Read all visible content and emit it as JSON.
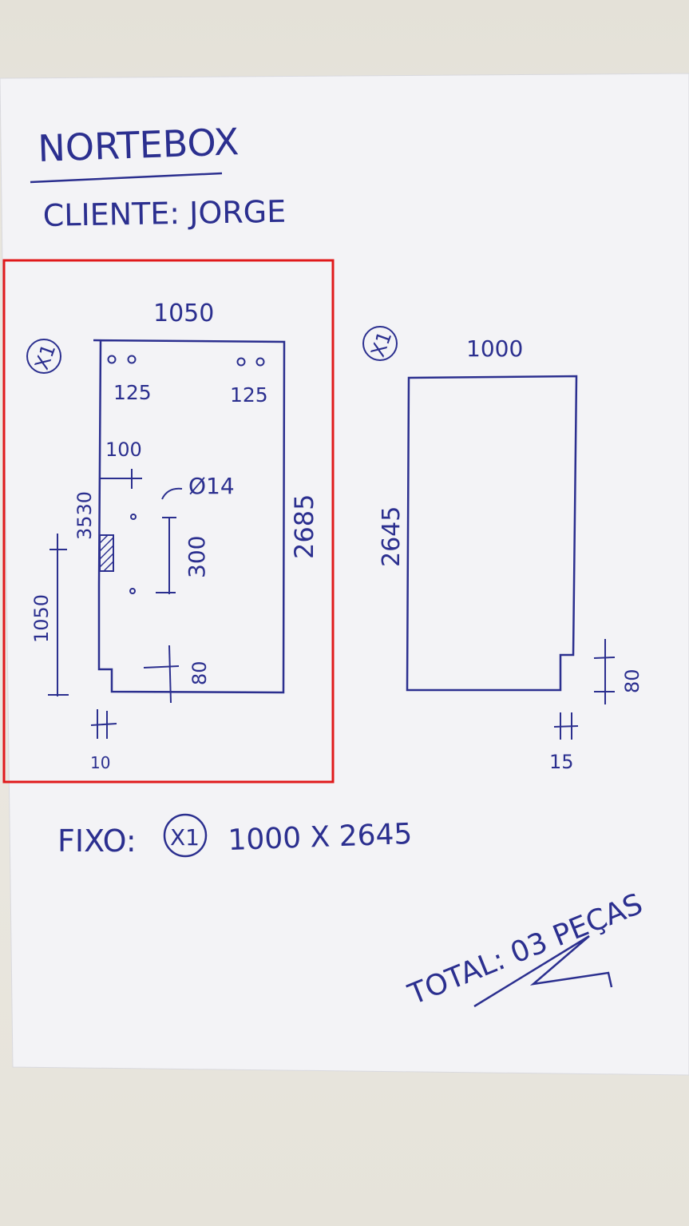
{
  "header": {
    "company": "NORTEBOX",
    "client": "CLIENTE: JORGE"
  },
  "piece_1": {
    "qty": "X1",
    "width": "1050",
    "height": "2685",
    "hole_label_left": "125",
    "hole_label_right": "125",
    "dim_100": "100",
    "dim_3530": "3530",
    "dim_hole_diameter": "Ø14",
    "dim_300": "300",
    "dim_1050_vertical": "1050",
    "dim_80": "80",
    "dim_10": "10"
  },
  "piece_2": {
    "qty": "X1",
    "width": "1000",
    "height": "2645",
    "dim_80": "80",
    "dim_15": "15"
  },
  "fixed_note": {
    "label": "FIXO:",
    "qty": "X1",
    "size": "1000 X 2645"
  },
  "total": "TOTAL: 03 PEÇAS",
  "colors": {
    "ink": "#2b2f8f",
    "highlight": "#e0191b",
    "paper": "#f4f4f6"
  }
}
